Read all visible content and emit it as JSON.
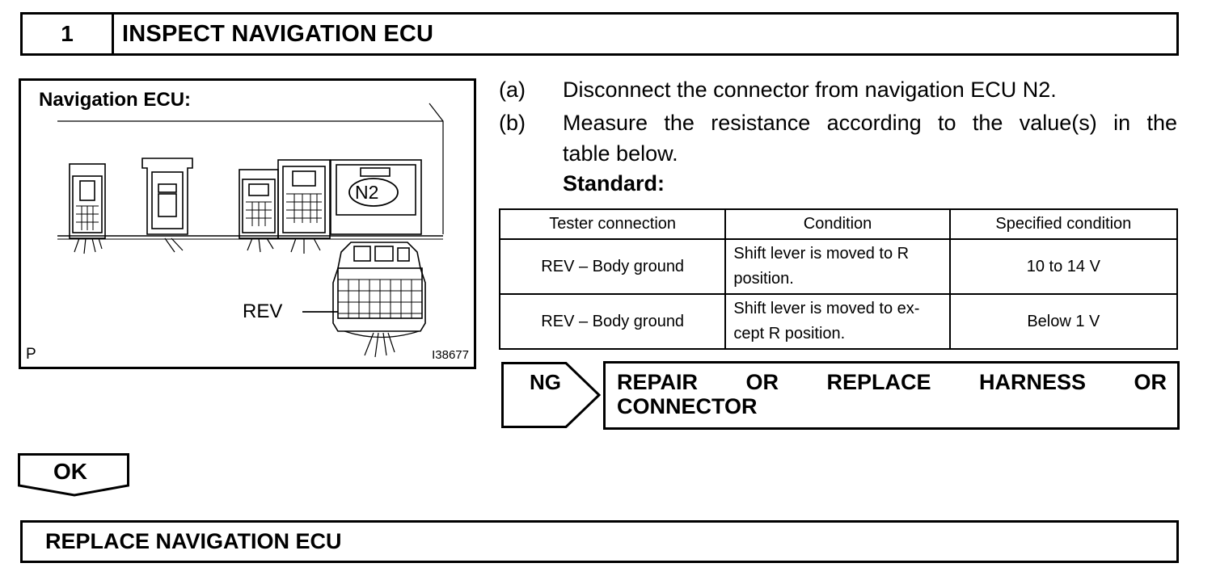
{
  "step": {
    "number": "1",
    "title": "INSPECT NAVIGATION ECU"
  },
  "illustration": {
    "title": "Navigation ECU:",
    "connector_label": "N2",
    "pin_label": "REV",
    "corner_mark": "P",
    "figure_code": "I38677"
  },
  "instructions": [
    {
      "label": "(a)",
      "text": "Disconnect the connector from navigation ECU N2."
    },
    {
      "label": "(b)",
      "text_line1": "Measure the resistance according to the value(s) in the",
      "text_line2": "table below."
    }
  ],
  "standard_label": "Standard:",
  "table": {
    "headers": [
      "Tester connection",
      "Condition",
      "Specified condition"
    ],
    "rows": [
      {
        "connection": "REV – Body ground",
        "condition_line1": "Shift lever is moved to R",
        "condition_line2": "position.",
        "specified": "10 to 14 V"
      },
      {
        "connection": "REV – Body ground",
        "condition_line1": "Shift lever is moved to ex-",
        "condition_line2": "cept R position.",
        "specified": "Below 1 V"
      }
    ]
  },
  "ng": {
    "label": "NG",
    "action_words": [
      "REPAIR",
      "OR",
      "REPLACE",
      "HARNESS",
      "OR"
    ],
    "action_line2": "CONNECTOR"
  },
  "ok": {
    "label": "OK"
  },
  "final_action": "REPLACE NAVIGATION ECU"
}
